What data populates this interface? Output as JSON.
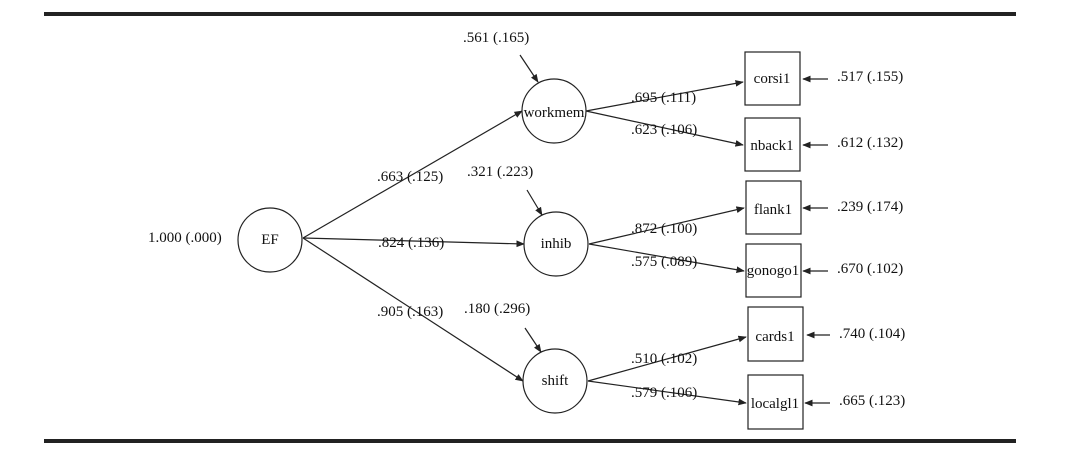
{
  "factor": {
    "label": "EF",
    "variance": "1.000 (.000)"
  },
  "subfactors": [
    {
      "id": "workmem",
      "label": "workmem",
      "loading": ".663 (.125)",
      "residual": ".561 (.165)",
      "indicators": [
        {
          "label": "corsi1",
          "loading": ".695 (.111)",
          "residual": ".517 (.155)"
        },
        {
          "label": "nback1",
          "loading": ".623 (.106)",
          "residual": ".612 (.132)"
        }
      ]
    },
    {
      "id": "inhib",
      "label": "inhib",
      "loading": ".824 (.136)",
      "residual": ".321 (.223)",
      "indicators": [
        {
          "label": "flank1",
          "loading": ".872 (.100)",
          "residual": ".239 (.174)"
        },
        {
          "label": "gonogo1",
          "loading": ".575 (.089)",
          "residual": ".670 (.102)"
        }
      ]
    },
    {
      "id": "shift",
      "label": "shift",
      "loading": ".905 (.163)",
      "residual": ".180 (.296)",
      "indicators": [
        {
          "label": "cards1",
          "loading": ".510 (.102)",
          "residual": ".740 (.104)"
        },
        {
          "label": "localgl1",
          "loading": ".579 (.106)",
          "residual": ".665 (.123)"
        }
      ]
    }
  ],
  "colors": {
    "line": "#222222",
    "text": "#111111",
    "background": "#ffffff"
  }
}
